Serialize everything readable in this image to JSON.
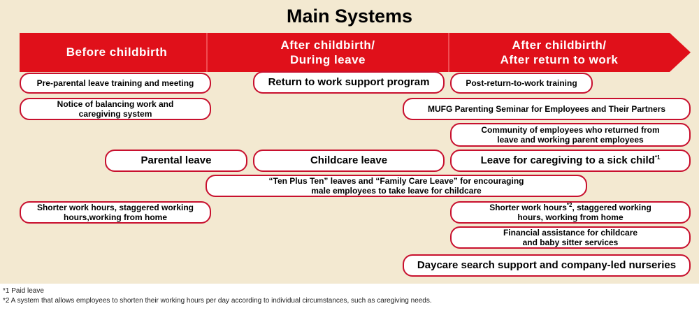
{
  "title": "Main Systems",
  "stages": [
    "Before childbirth",
    "After childbirth/",
    "During leave",
    "After childbirth/",
    "After return to work"
  ],
  "systems": {
    "pre_parental_training": "Pre-parental leave training and meeting",
    "return_support": "Return to work support program",
    "post_return_training": "Post-return-to-work training",
    "notice_line1": "Notice of balancing work and",
    "notice_line2": "caregiving system",
    "parenting_seminar": "MUFG Parenting Seminar for Employees and Their Partners",
    "community_line1": "Community of employees who returned from",
    "community_line2": "leave and working parent employees",
    "parental_leave": "Parental leave",
    "childcare_leave": "Childcare leave",
    "sick_child_leave": "Leave for caregiving to a sick child",
    "sick_child_mark": "*1",
    "ten_plus_line1": "“Ten Plus Ten” leaves and “Family Care Leave” for encouraging",
    "ten_plus_line2": "male employees to take leave for childcare",
    "shorter_left_line1": "Shorter work hours, staggered working",
    "shorter_left_line2": "hours,working from home",
    "shorter_right_line1a": "Shorter work hours",
    "shorter_right_mark": "*2",
    "shorter_right_line1b": ", staggered working",
    "shorter_right_line2": "hours, working from home",
    "financial_line1": "Financial assistance for childcare",
    "financial_line2": "and baby sitter services",
    "daycare": "Daycare search support and company-led nurseries"
  },
  "footnotes": {
    "note1": "*1 Paid leave",
    "note2": "*2 A system that allows employees to shorten their working hours per day according to individual circumstances, such as caregiving needs."
  },
  "colors": {
    "accent": "#e0101a",
    "background": "#f3e9d1",
    "border": "#c8102e"
  }
}
